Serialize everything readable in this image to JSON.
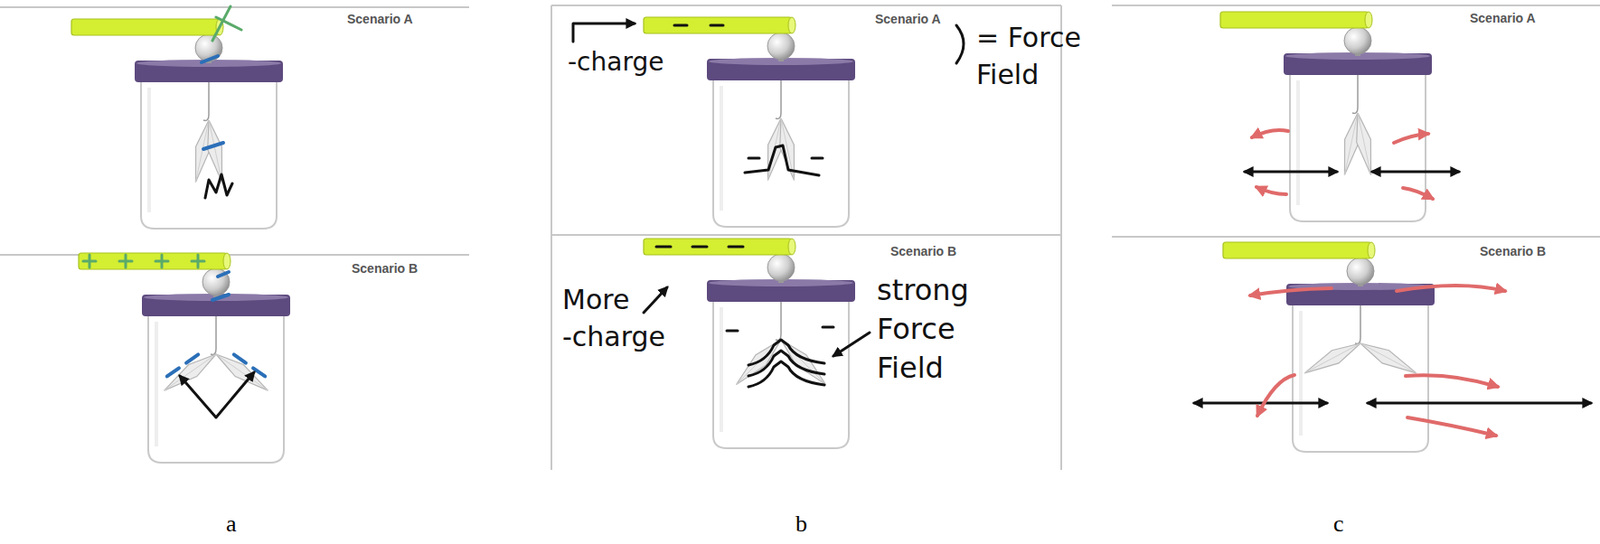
{
  "diagram": {
    "labels": [
      "Scenario A",
      "Scenario B",
      "-charge",
      "Scenario A",
      "= Force Field",
      "Scenario B",
      "More -charge",
      "strong Force Field",
      "Scenario A",
      "Scenario B",
      "a",
      "b",
      "c"
    ]
  }
}
